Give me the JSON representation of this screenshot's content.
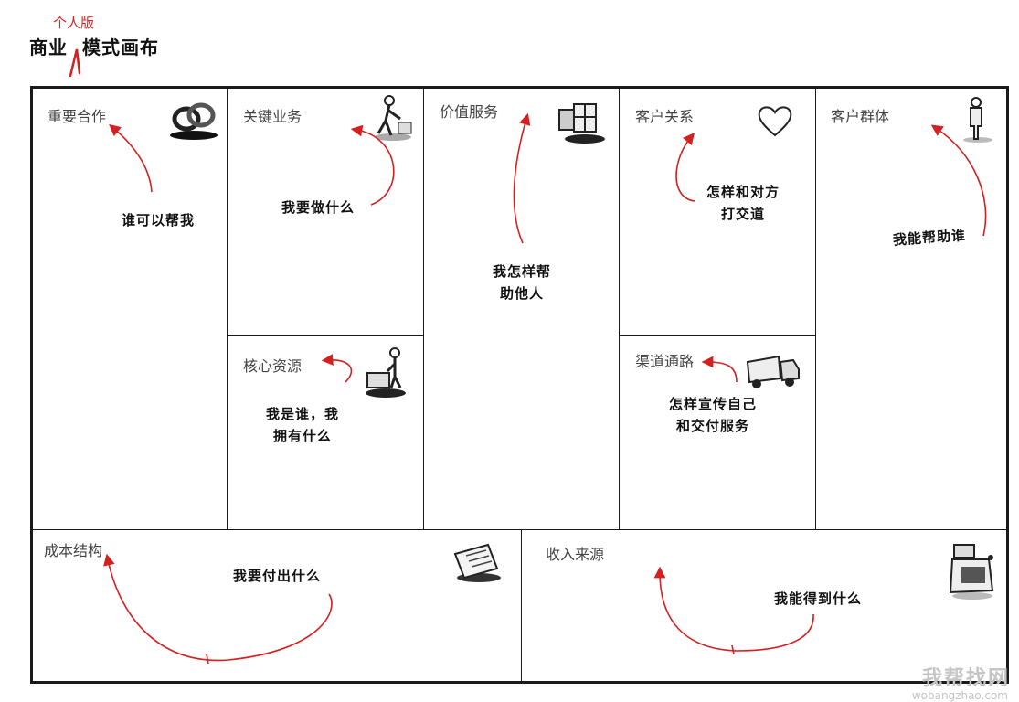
{
  "title": {
    "word1": "商业",
    "word2": "模式画布",
    "insert": "个人版"
  },
  "blocks": {
    "partners": {
      "label": "重要合作",
      "note": "谁可以帮我"
    },
    "activities": {
      "label": "关键业务",
      "note": "我要做什么"
    },
    "resources": {
      "label": "核心资源",
      "note_line1": "我是谁，我",
      "note_line2": "拥有什么"
    },
    "value": {
      "label": "价值服务",
      "note_line1": "我怎样帮",
      "note_line2": "助他人"
    },
    "relationships": {
      "label": "客户关系",
      "note_line1": "怎样和对方",
      "note_line2": "打交道"
    },
    "channels": {
      "label": "渠道通路",
      "note_line1": "怎样宣传自己",
      "note_line2": "和交付服务"
    },
    "segments": {
      "label": "客户群体",
      "note": "我能帮助谁"
    },
    "costs": {
      "label": "成本结构",
      "note": "我要付出什么"
    },
    "revenue": {
      "label": "收入来源",
      "note": "我能得到什么"
    }
  },
  "icons": {
    "partners": "interlocked-rings-icon",
    "activities": "worker-icon",
    "value": "gift-boxes-icon",
    "relationships": "heart-icon",
    "segments": "person-icon",
    "resources": "person-at-desk-icon",
    "channels": "delivery-truck-icon",
    "costs": "receipt-icon",
    "revenue": "cash-register-icon"
  },
  "colors": {
    "annotation": "#d42020",
    "frame": "#1a1a1a"
  },
  "watermark": {
    "main": "我帮找网",
    "sub": "wobangzhao.com"
  }
}
